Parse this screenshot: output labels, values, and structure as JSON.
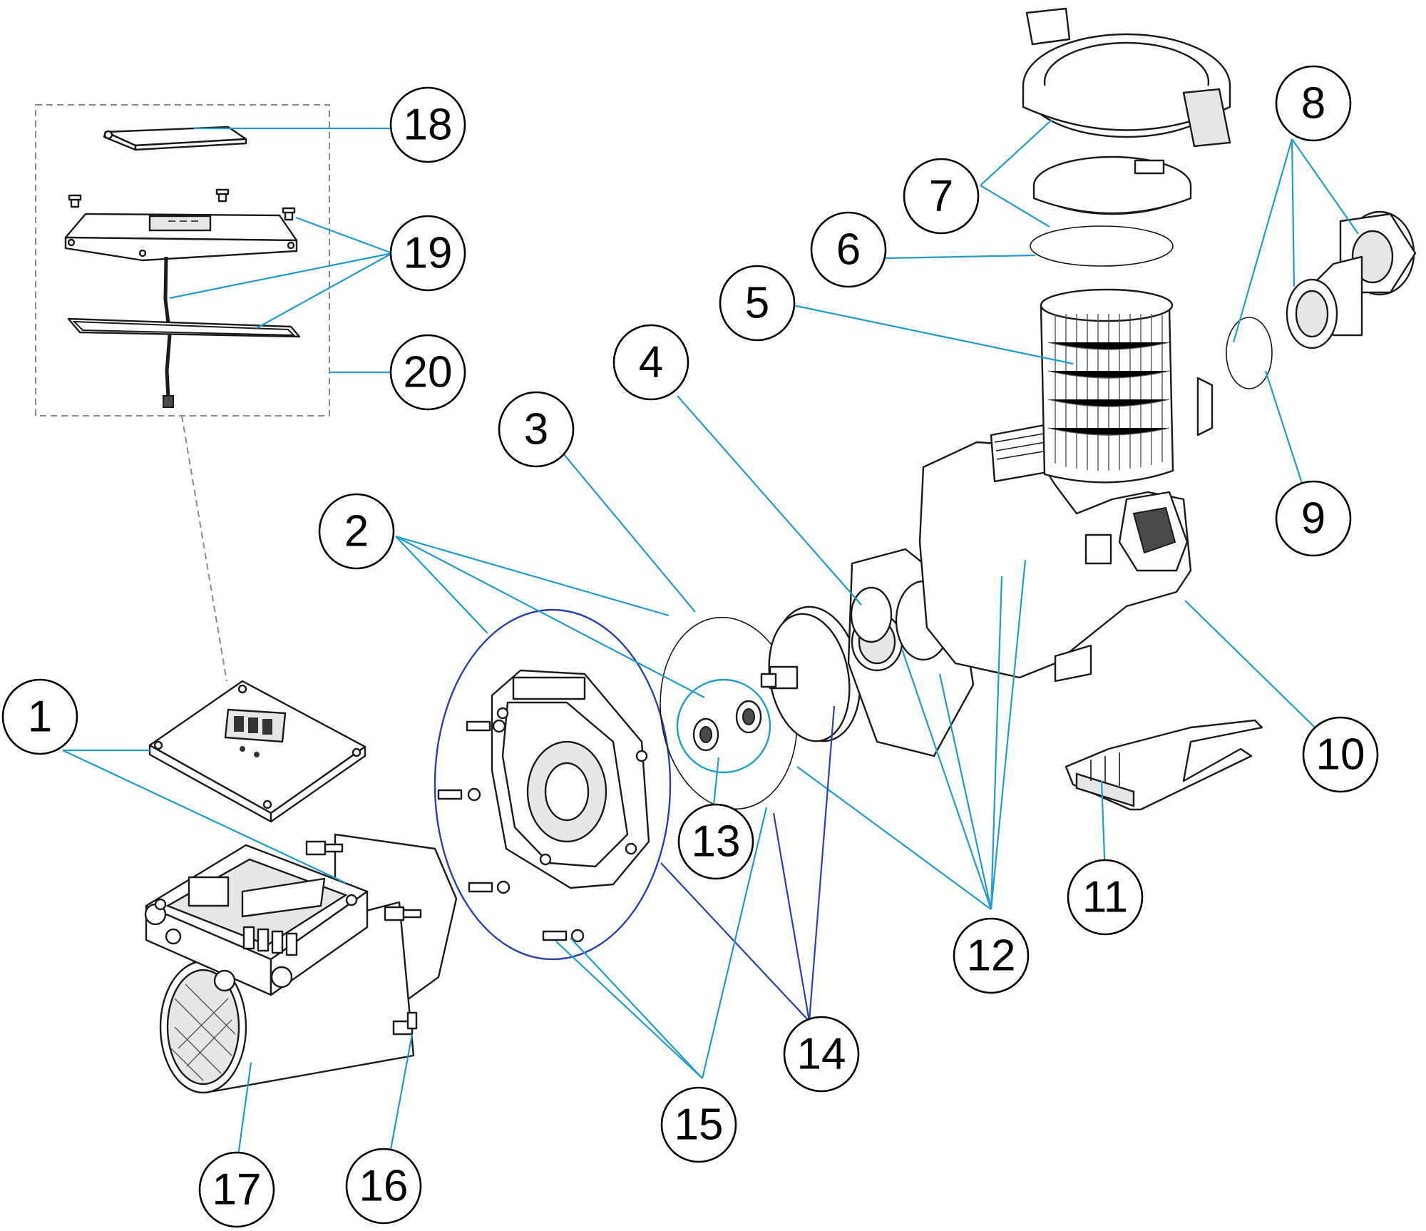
{
  "diagram": {
    "type": "exploded-parts-diagram",
    "colors": {
      "leader": "#1f9bcf",
      "leader_secondary": "#2a3fb0",
      "outline": "#1a1a1a",
      "callout_border": "#000000",
      "group_box": "#8a8a8a"
    },
    "callouts": [
      {
        "id": "c1",
        "label": "1"
      },
      {
        "id": "c2",
        "label": "2"
      },
      {
        "id": "c3",
        "label": "3"
      },
      {
        "id": "c4",
        "label": "4"
      },
      {
        "id": "c5",
        "label": "5"
      },
      {
        "id": "c6",
        "label": "6"
      },
      {
        "id": "c7",
        "label": "7"
      },
      {
        "id": "c8",
        "label": "8"
      },
      {
        "id": "c9",
        "label": "9"
      },
      {
        "id": "c10",
        "label": "10"
      },
      {
        "id": "c11",
        "label": "11"
      },
      {
        "id": "c12",
        "label": "12"
      },
      {
        "id": "c13",
        "label": "13"
      },
      {
        "id": "c14",
        "label": "14"
      },
      {
        "id": "c15",
        "label": "15"
      },
      {
        "id": "c16",
        "label": "16"
      },
      {
        "id": "c17",
        "label": "17"
      },
      {
        "id": "c18",
        "label": "18"
      },
      {
        "id": "c19",
        "label": "19"
      },
      {
        "id": "c20",
        "label": "20"
      }
    ]
  }
}
